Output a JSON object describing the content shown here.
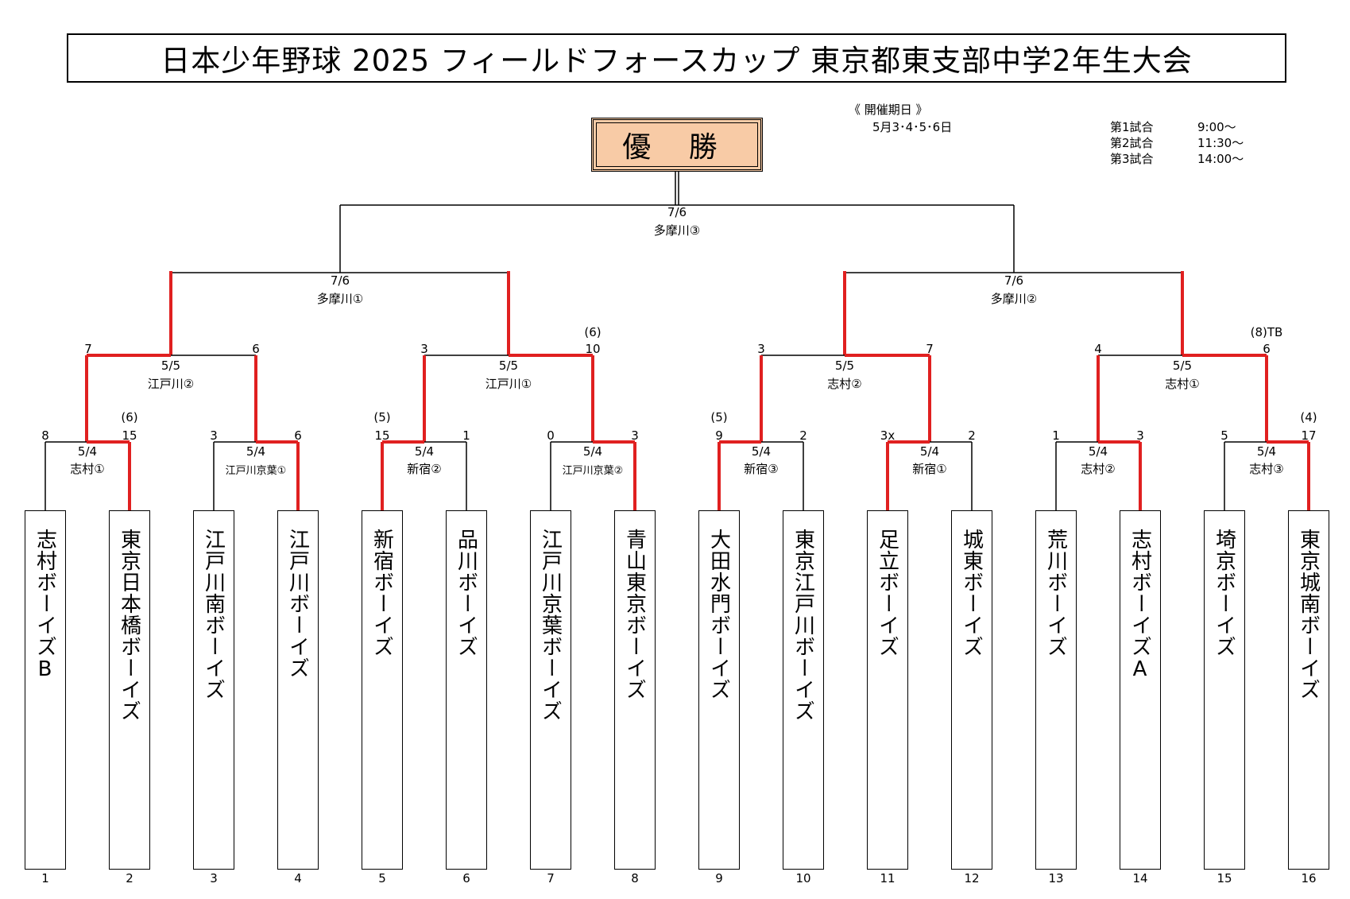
{
  "title": "日本少年野球 2025 フィールドフォースカップ 東京都東支部中学2年生大会",
  "champion_label": "優 勝",
  "dates": {
    "heading": "《 開催期日 》",
    "value": "5月3･4･5･6日"
  },
  "schedule": [
    {
      "label": "第1試合",
      "time": "9:00～"
    },
    {
      "label": "第2試合",
      "time": "11:30～"
    },
    {
      "label": "第3試合",
      "time": "14:00～"
    }
  ],
  "teams": [
    {
      "no": "1",
      "name": "志村ボーイズB"
    },
    {
      "no": "2",
      "name": "東京日本橋ボーイズ"
    },
    {
      "no": "3",
      "name": "江戸川南ボーイズ"
    },
    {
      "no": "4",
      "name": "江戸川ボーイズ"
    },
    {
      "no": "5",
      "name": "新宿ボーイズ"
    },
    {
      "no": "6",
      "name": "品川ボーイズ"
    },
    {
      "no": "7",
      "name": "江戸川京葉ボーイズ"
    },
    {
      "no": "8",
      "name": "青山東京ボーイズ"
    },
    {
      "no": "9",
      "name": "大田水門ボーイズ"
    },
    {
      "no": "10",
      "name": "東京江戸川ボーイズ"
    },
    {
      "no": "11",
      "name": "足立ボーイズ"
    },
    {
      "no": "12",
      "name": "城東ボーイズ"
    },
    {
      "no": "13",
      "name": "荒川ボーイズ"
    },
    {
      "no": "14",
      "name": "志村ボーイズA"
    },
    {
      "no": "15",
      "name": "埼京ボーイズ"
    },
    {
      "no": "16",
      "name": "東京城南ボーイズ"
    }
  ],
  "round1": [
    {
      "date": "5/4",
      "venue": "志村①",
      "score_left": "8",
      "score_right": "15",
      "note": "(6)"
    },
    {
      "date": "5/4",
      "venue": "江戸川京葉①",
      "score_left": "3",
      "score_right": "6",
      "note": ""
    },
    {
      "date": "5/4",
      "venue": "新宿②",
      "score_left": "15",
      "score_right": "1",
      "note": "(5)"
    },
    {
      "date": "5/4",
      "venue": "江戸川京葉②",
      "score_left": "0",
      "score_right": "3",
      "note": ""
    },
    {
      "date": "5/4",
      "venue": "新宿③",
      "score_left": "9",
      "score_right": "2",
      "note": "(5)"
    },
    {
      "date": "5/4",
      "venue": "新宿①",
      "score_left": "3x",
      "score_right": "2",
      "note": ""
    },
    {
      "date": "5/4",
      "venue": "志村②",
      "score_left": "1",
      "score_right": "3",
      "note": ""
    },
    {
      "date": "5/4",
      "venue": "志村③",
      "score_left": "5",
      "score_right": "17",
      "note": "(4)"
    }
  ],
  "round2": [
    {
      "date": "5/5",
      "venue": "江戸川②",
      "score_left": "7",
      "score_right": "6",
      "note": ""
    },
    {
      "date": "5/5",
      "venue": "江戸川①",
      "score_left": "3",
      "score_right": "10",
      "note": "(6)"
    },
    {
      "date": "5/5",
      "venue": "志村②",
      "score_left": "3",
      "score_right": "7",
      "note": ""
    },
    {
      "date": "5/5",
      "venue": "志村①",
      "score_left": "4",
      "score_right": "6",
      "note": "(8)TB"
    }
  ],
  "semis": [
    {
      "date": "7/6",
      "venue": "多摩川①"
    },
    {
      "date": "7/6",
      "venue": "多摩川②"
    }
  ],
  "final": {
    "date": "7/6",
    "venue": "多摩川③"
  }
}
